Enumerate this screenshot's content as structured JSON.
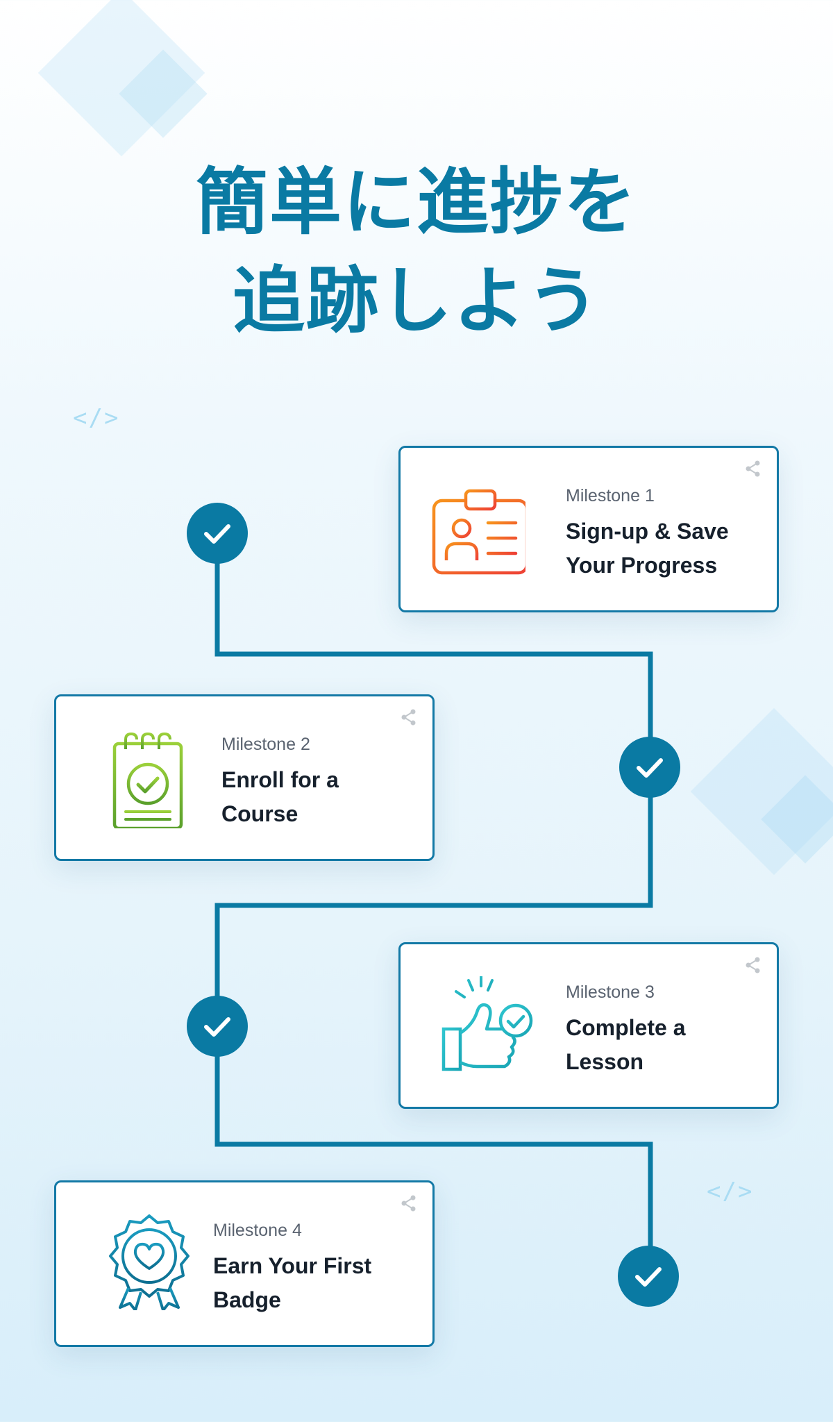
{
  "title": {
    "line1": "簡単に進捗を",
    "line2": "追跡しよう"
  },
  "decor": {
    "code_symbol": "</>"
  },
  "colors": {
    "primary": "#0a7aa3",
    "card_border": "#1379a6",
    "heading_text": "#16202c",
    "label_text": "#5a6370"
  },
  "milestones": [
    {
      "label": "Milestone 1",
      "title_line1": "Sign-up & Save",
      "title_line2": "Your Progress",
      "icon": "id-card-icon",
      "status": "completed"
    },
    {
      "label": "Milestone 2",
      "title_line1": "Enroll for a",
      "title_line2": "Course",
      "icon": "notepad-check-icon",
      "status": "completed"
    },
    {
      "label": "Milestone 3",
      "title_line1": "Complete a",
      "title_line2": "Lesson",
      "icon": "thumbs-up-check-icon",
      "status": "completed"
    },
    {
      "label": "Milestone 4",
      "title_line1": "Earn Your First",
      "title_line2": "Badge",
      "icon": "heart-badge-icon",
      "status": "completed"
    }
  ]
}
